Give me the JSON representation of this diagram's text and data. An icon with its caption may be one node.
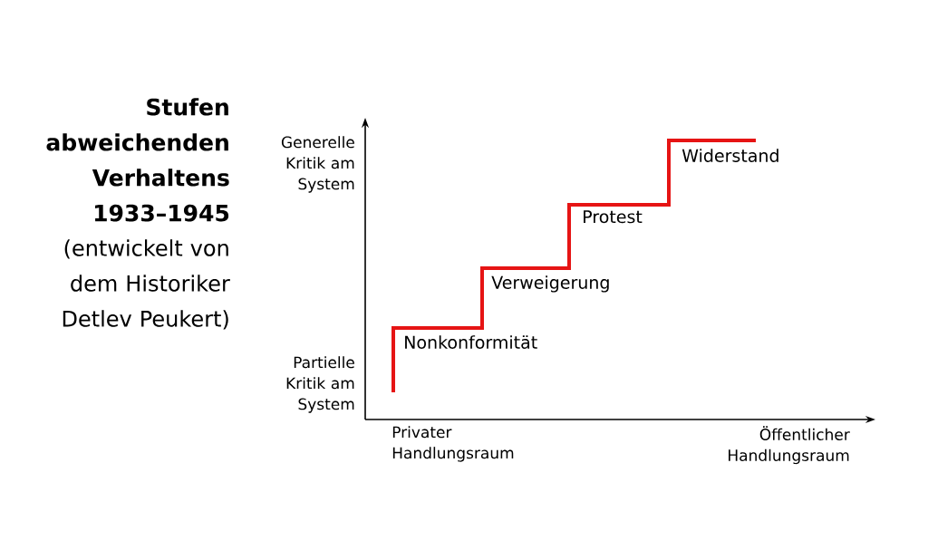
{
  "diagram": {
    "title": "Stufen abweichenden Verhaltens 1933–1945",
    "caption": "(entwickelt von dem Historiker Detlev Peukert)",
    "labels": [
      "Generelle Kritik am System",
      "Widerstand",
      "Protest",
      "Verweigerung",
      "Nonkonformität",
      "Partielle Kritik am System",
      "Privater Handlungsraum",
      "Öffentlicher Handlungsraum"
    ]
  }
}
